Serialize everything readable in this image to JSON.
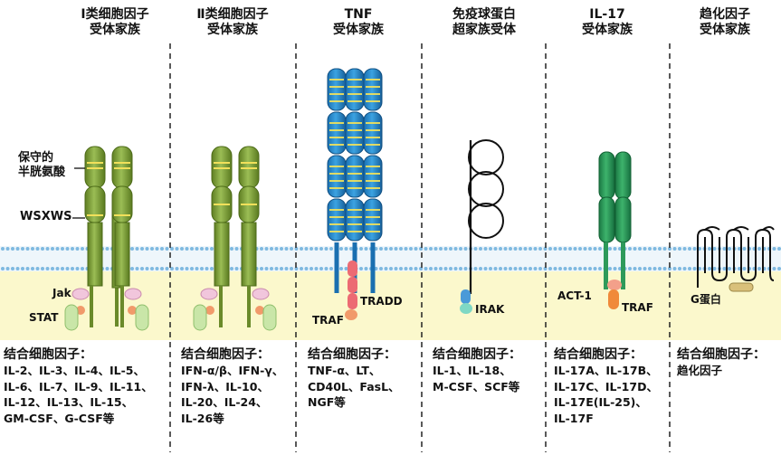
{
  "families": [
    {
      "title_l1": "Ⅰ类细胞因子",
      "title_l2": "受体家族",
      "binding_title": "结合细胞因子：",
      "cytokines": "IL-2、IL-3、IL-4、IL-5、\nIL-6、IL-7、IL-9、IL-11、\nIL-12、IL-13、IL-15、\nGM-CSF、G-CSF等"
    },
    {
      "title_l1": "Ⅱ类细胞因子",
      "title_l2": "受体家族",
      "binding_title": "结合细胞因子：",
      "cytokines": "IFN-α/β、IFN-γ、\nIFN-λ、IL-10、\nIL-20、IL-24、\nIL-26等"
    },
    {
      "title_l1": "TNF",
      "title_l2": "受体家族",
      "binding_title": "结合细胞因子：",
      "cytokines": "TNF-α、LT、\nCD40L、FasL、\nNGF等"
    },
    {
      "title_l1": "免疫球蛋白",
      "title_l2": "超家族受体",
      "binding_title": "结合细胞因子：",
      "cytokines": "IL-1、IL-18、\nM-CSF、SCF等"
    },
    {
      "title_l1": "IL-17",
      "title_l2": "受体家族",
      "binding_title": "结合细胞因子：",
      "cytokines": "IL-17A、IL-17B、\nIL-17C、IL-17D、\nIL-17E(IL-25)、\nIL-17F"
    },
    {
      "title_l1": "趋化因子",
      "title_l2": "受体家族",
      "binding_title": "结合细胞因子：",
      "cytokines": "趋化因子"
    }
  ],
  "labels": {
    "conserved_l1": "保守的",
    "conserved_l2": "半胱氨酸",
    "wsxws": "WSXWS",
    "jak": "Jak",
    "stat": "STAT",
    "tradd": "TRADD",
    "traf": "TRAF",
    "irak": "IRAK",
    "act1": "ACT-1",
    "traf2": "TRAF",
    "gprotein": "G蛋白"
  },
  "colors": {
    "green_receptor": "#8fb04a",
    "blue_receptor": "#2a8fd0",
    "dark_green_receptor": "#2e9a5a",
    "membrane": "#8cc4e6",
    "cytoplasm": "#fbf8cc",
    "jak": "#f1c6dc",
    "stat": "#c9e6a8",
    "tradd": "#ec6b73",
    "irak_blue": "#4a9ad8",
    "irak_teal": "#7fd8c4",
    "act1": "#f3a08a",
    "traf_orange": "#f08a3a",
    "gprotein": "#d9c07a"
  }
}
